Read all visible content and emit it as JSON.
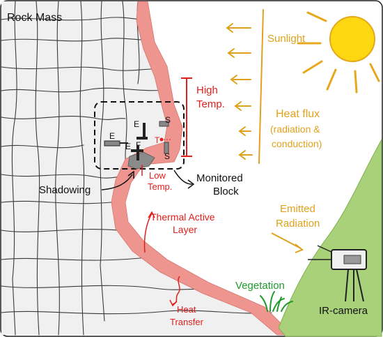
{
  "labels": {
    "rock_mass": "Rock Mass",
    "sunlight": "Sunlight",
    "high_temp_1": "High",
    "high_temp_2": "Temp.",
    "heat_flux_1": "Heat flux",
    "heat_flux_2": "(radiation &",
    "heat_flux_3": "conduction)",
    "shadowing": "Shadowing",
    "low_temp_1": "Low",
    "low_temp_2": "Temp.",
    "monitored_1": "Monitored",
    "monitored_2": "Block",
    "thermal_1": "Thermal Active",
    "thermal_2": "Layer",
    "emitted_1": "Emitted",
    "emitted_2": "Radiation",
    "vegetation": "Vegetation",
    "ir_camera": "IR-camera",
    "heat_transfer_1": "Heat",
    "heat_transfer_2": "Transfer"
  },
  "sensor_labels": {
    "e1": "E",
    "e2": "E",
    "e3": "E",
    "f": "F",
    "s1": "S",
    "s2": "S",
    "t": "T"
  },
  "colors": {
    "rock_fill": "#f0f0f0",
    "thermal_layer": "#ee9590",
    "sun": "#fdd70f",
    "sun_ray": "#e6a81c",
    "vegetation": "#a8d17a",
    "text_red": "#e0201c",
    "text_orange": "#e0a21c",
    "text_green": "#1f9a2c"
  },
  "icons": {
    "sun": "sun-icon",
    "camera": "ir-camera-icon",
    "grass": "grass-icon"
  }
}
